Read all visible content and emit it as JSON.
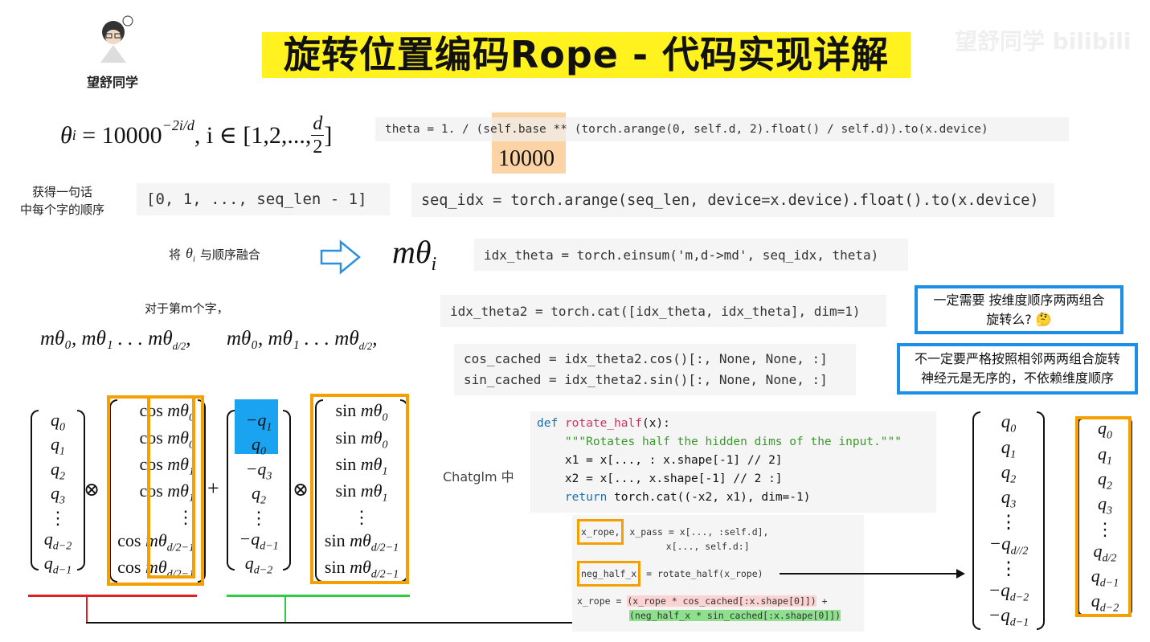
{
  "header": {
    "title": "旋转位置编码Rope - 代码实现详解",
    "author": "望舒同学",
    "watermark": "望舒同学 bilibili"
  },
  "theta_formula": {
    "lhs": "θ",
    "lhs_sub": "i",
    "eq": " = 10000",
    "exp": "−2i/d",
    "rest": ", i ∈ [1,2,...,",
    "frac_num": "d",
    "frac_den": "2",
    "close": "]"
  },
  "code_theta": {
    "pre": "theta = 1. / (",
    "hl": "self.base",
    "post": " ** (torch.arange(0, self.d, 2).float() / self.d)).to(x.device)",
    "base_value": "10000"
  },
  "seq_label": {
    "line1": "获得一句话",
    "line2": "中每个字的顺序"
  },
  "seq_list": "[0, 1, ..., seq_len - 1]",
  "code_seq_idx": "seq_idx = torch.arange(seq_len, device=x.device).float().to(x.device)",
  "fuse_label": {
    "pre": "将",
    "theta": "θ",
    "sub": "i",
    "post": "与顺序融合"
  },
  "m_theta": {
    "base": "mθ",
    "sub": "i"
  },
  "code_idx_theta": "idx_theta = torch.einsum('m,d->md', seq_idx, theta)",
  "mth_label": "对于第m个字，",
  "m_seq": {
    "text": "mθ₀, mθ₁ . . . mθ",
    "sub": "d/2",
    ",": ","
  },
  "code_idx_theta2": "idx_theta2 = torch.cat([idx_theta, idx_theta], dim=1)",
  "code_cache": [
    "cos_cached = idx_theta2.cos()[:, None, None, :]",
    "sin_cached = idx_theta2.sin()[:, None, None, :]"
  ],
  "question": {
    "line1": "一定需要 按维度顺序两两组合",
    "line2": "旋转么? 🤔"
  },
  "answer": {
    "line1": "不一定要严格按照相邻两两组合旋转",
    "line2": "神经元是无序的，不依赖维度顺序"
  },
  "chatglm_label": "Chatglm 中",
  "code_rotate": {
    "def": "def",
    "name": "rotate_half",
    "args": "(x):",
    "doc": "    \"\"\"Rotates half the hidden dims of the input.\"\"\"",
    "l1": "    x1 = x[..., : x.shape[-1] // 2]",
    "l2": "    x2 = x[..., x.shape[-1] // 2 :]",
    "ret": "return",
    "l3": " torch.cat((-x2, x1), dim=-1)"
  },
  "code_apply": {
    "a1": "x_rope,",
    "a2": " x_pass = x[..., :self.d],",
    "a3": "                x[..., self.d:]",
    "b1": "neg_half_x",
    "b2": " = rotate_half(x_rope)",
    "c1": "x_rope = ",
    "c2": "(x_rope * cos_cached[:x.shape[0]])",
    "c3": " +",
    "c4": "(neg_half_x * sin_cached[:x.shape[0]])"
  },
  "ops": {
    "otimes": "⊗",
    "plus": "+"
  },
  "vectors": {
    "q": [
      [
        "q",
        "0"
      ],
      [
        "q",
        "1"
      ],
      [
        "q",
        "2"
      ],
      [
        "q",
        "3"
      ],
      [
        "⋮",
        ""
      ],
      [
        "q",
        "d−2"
      ],
      [
        "q",
        "d−1"
      ]
    ],
    "cos": [
      [
        "cos mθ",
        "0"
      ],
      [
        "cos mθ",
        "0"
      ],
      [
        "cos mθ",
        "1"
      ],
      [
        "cos mθ",
        "1"
      ],
      [
        "⋮",
        ""
      ],
      [
        "cos mθ",
        "d/2−1"
      ],
      [
        "cos mθ",
        "d/2−1"
      ]
    ],
    "rot": [
      [
        "−q",
        "1"
      ],
      [
        "q",
        "0"
      ],
      [
        "−q",
        "3"
      ],
      [
        "q",
        "2"
      ],
      [
        "⋮",
        ""
      ],
      [
        "−q",
        "d−1"
      ],
      [
        "q",
        "d−2"
      ]
    ],
    "sin": [
      [
        "sin mθ",
        "0"
      ],
      [
        "sin mθ",
        "0"
      ],
      [
        "sin mθ",
        "1"
      ],
      [
        "sin mθ",
        "1"
      ],
      [
        "⋮",
        ""
      ],
      [
        "sin mθ",
        "d/2−1"
      ],
      [
        "sin mθ",
        "d/2−1"
      ]
    ],
    "result": [
      [
        "q",
        "0"
      ],
      [
        "q",
        "1"
      ],
      [
        "q",
        "2"
      ],
      [
        "q",
        "3"
      ],
      [
        "⋮",
        ""
      ],
      [
        "−q",
        "d//2"
      ],
      [
        "⋮",
        ""
      ],
      [
        "−q",
        "d−2"
      ],
      [
        "−q",
        "d−1"
      ]
    ],
    "orig": [
      [
        "q",
        "0"
      ],
      [
        "q",
        "1"
      ],
      [
        "q",
        "2"
      ],
      [
        "q",
        "3"
      ],
      [
        "⋮",
        ""
      ],
      [
        "q",
        "d/2"
      ],
      [
        "q",
        "d−1"
      ],
      [
        "q",
        "d−2"
      ]
    ]
  },
  "colors": {
    "accent_orange": "#f5a000",
    "highlight_blue": "#1aa3f0",
    "box_blue": "#1e8fe6",
    "title_yellow": "#fff21e",
    "red_line": "#e02020",
    "green_line": "#2ecc40"
  }
}
